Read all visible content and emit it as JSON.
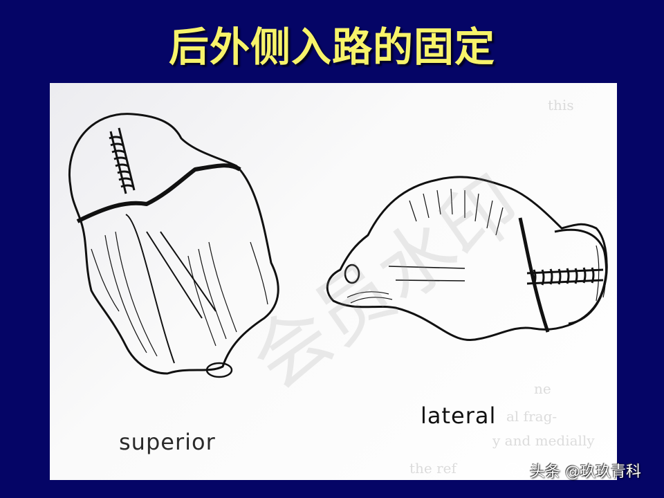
{
  "slide": {
    "title": "后外侧入路的固定",
    "colors": {
      "background": "#050566",
      "title": "#f7f36a",
      "panel": "#ffffff"
    }
  },
  "figure": {
    "left_label": "superior",
    "right_label": "lateral",
    "watermark": "会员水印"
  },
  "credit": {
    "icon": "wechat-icon",
    "text": "头条 @玖玖青科"
  }
}
